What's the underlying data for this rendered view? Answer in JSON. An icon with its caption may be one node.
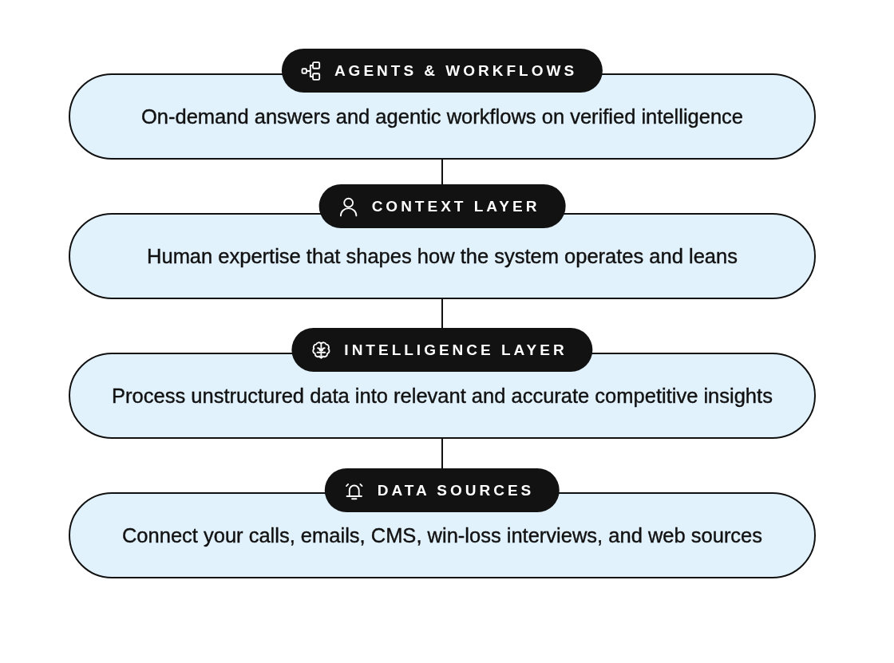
{
  "diagram": {
    "nodes": [
      {
        "text": [
          "AGENTS & WORKFLOWS",
          "On-demand answers and agentic workflows on verified intelligence"
        ]
      },
      {
        "text": [
          "CONTEXT LAYER",
          "Human expertise that shapes how the system operates and leans"
        ]
      },
      {
        "text": [
          "INTELLIGENCE LAYER",
          "Process unstructured data into relevant and accurate competitive insights"
        ]
      },
      {
        "text": [
          "DATA SOURCES",
          "Connect your calls, emails, CMS, win-loss interviews, and web sources"
        ]
      }
    ],
    "edges": [
      {
        "from": 0,
        "to": 1,
        "arrow": "none"
      },
      {
        "from": 1,
        "to": 2,
        "arrow": "none"
      },
      {
        "from": 2,
        "to": 3,
        "arrow": "none"
      }
    ]
  }
}
